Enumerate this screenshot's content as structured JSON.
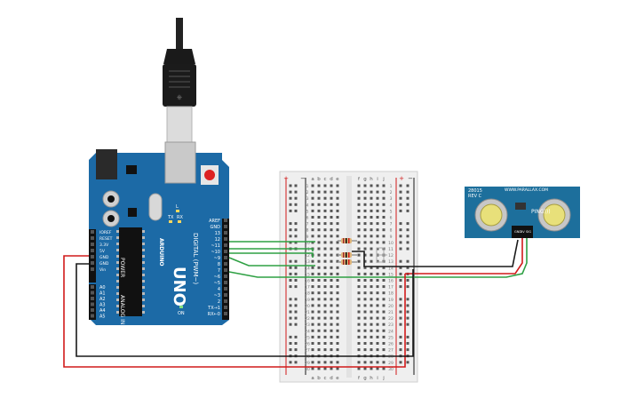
{
  "board": {
    "name": "UNO",
    "brand": "ARDUINO",
    "power_header": [
      "IOREF",
      "RESET",
      "3.3V",
      "5V",
      "GND",
      "GND",
      "Vin"
    ],
    "power_label": "POWER",
    "analog_header": [
      "A0",
      "A1",
      "A2",
      "A3",
      "A4",
      "A5"
    ],
    "analog_label": "ANALOG IN",
    "digital_header": [
      "AREF",
      "GND",
      "13",
      "12",
      "~11",
      "~10",
      "~9",
      "8",
      "7",
      "~6",
      "~5",
      "4",
      "~3",
      "2",
      "TX→1",
      "RX←0"
    ],
    "digital_label": "DIGITAL (PWM~)",
    "led_labels": [
      "L",
      "TX",
      "RX"
    ],
    "on_label": "ON"
  },
  "breadboard": {
    "cols_left": [
      "a",
      "b",
      "c",
      "d",
      "e"
    ],
    "cols_right": [
      "f",
      "g",
      "h",
      "i",
      "j"
    ],
    "rows": 30,
    "rail_plus": "+",
    "rail_minus": "−"
  },
  "sensor": {
    "title": "28015",
    "rev": "REV C",
    "url": "WWW.PARALLAX.COM",
    "name": "PING)))",
    "pins": [
      "GND",
      "5V",
      "SIG"
    ]
  },
  "colors": {
    "board": "#1c6aa6",
    "wire_green": "#2ea043",
    "wire_red": "#d11a1a",
    "wire_black": "#1a1a1a",
    "sensor": "#1d6f9c"
  }
}
